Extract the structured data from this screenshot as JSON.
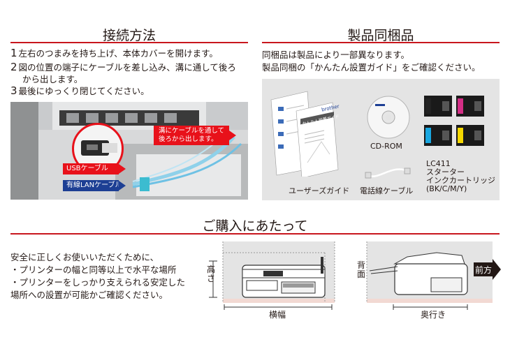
{
  "connection": {
    "title": "接続方法",
    "steps": [
      {
        "num": "1",
        "text": "左右のつまみを持ち上げ、本体カバーを開けます。"
      },
      {
        "num": "2",
        "text": "図の位置の端子にケーブルを差し込み、溝に通して後ろ",
        "cont": "から出します。"
      },
      {
        "num": "3",
        "text": "最後にゆっくり閉じてください。"
      }
    ],
    "callout": "溝にケーブルを通して\n後ろから出します。",
    "usb_label": "USBケーブル",
    "lan_label": "有線LANケーブル",
    "colors": {
      "red": "#e8111a",
      "blue": "#1d3f94",
      "accent_rule": "#c8161d"
    }
  },
  "contents": {
    "title": "製品同梱品",
    "intro1": "同梱品は製品により一部異なります。",
    "intro2": "製品同梱の「かんたん設置ガイド」をご確認ください。",
    "guide_label": "ユーザーズガイド",
    "cdrom_label": "CD-ROM",
    "cable_label": "電話線ケーブル",
    "ink_label": "LC411\nスターター\nインクカートリッジ\n(BK/C/M/Y)",
    "booklet_brand": "brother",
    "booklet_title": "かんたん設置ガイド"
  },
  "purchase": {
    "title": "ご購入にあたって",
    "lines": [
      "安全に正しくお使いいただくために、",
      "・プリンターの幅と同等以上で水平な場所",
      "・プリンターをしっかり支えられる安定した",
      "場所への設置が可能かご確認ください。"
    ],
    "height_label": "高さ",
    "width_label": "横幅",
    "back_label": "背面",
    "front_label": "前方",
    "depth_label": "奥行き"
  }
}
